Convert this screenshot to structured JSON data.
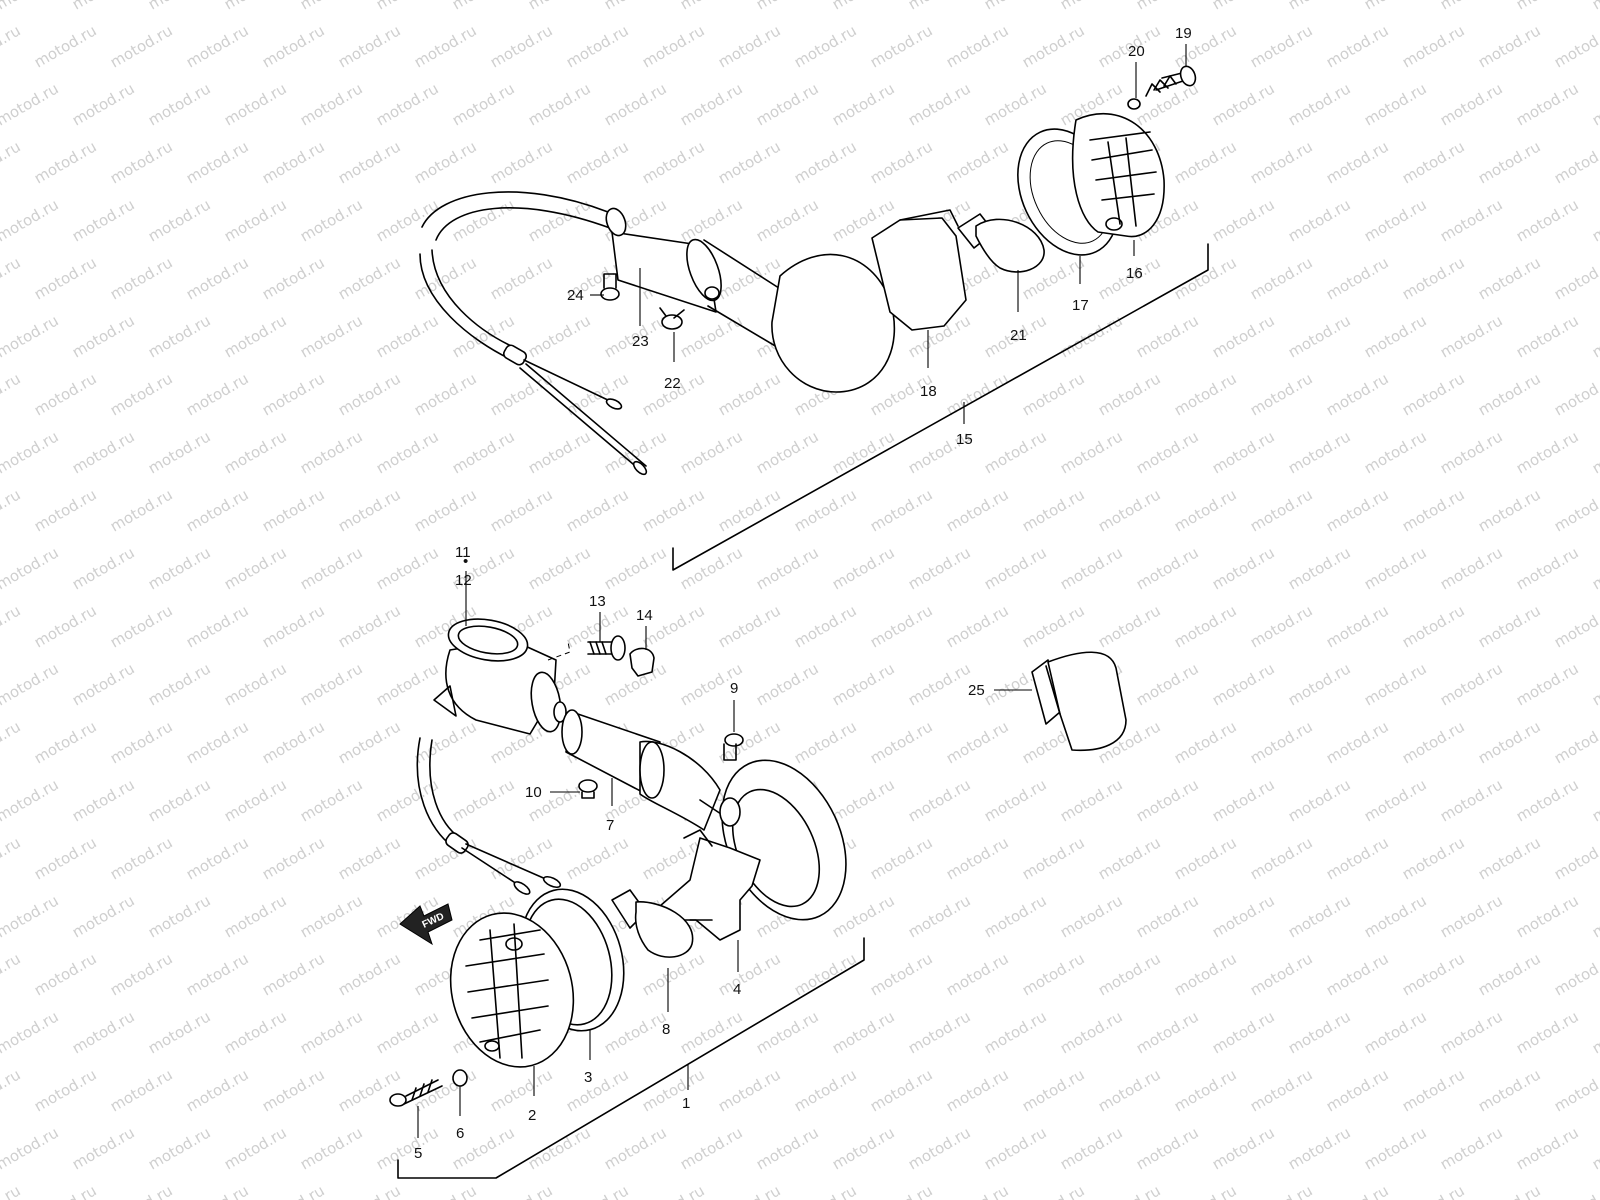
{
  "watermark": {
    "text": "motod.ru"
  },
  "badge": {
    "fwd": "FWD"
  },
  "callouts": {
    "c1": "1",
    "c2": "2",
    "c3": "3",
    "c4": "4",
    "c5": "5",
    "c6": "6",
    "c7": "7",
    "c8": "8",
    "c9": "9",
    "c10": "10",
    "c11": "11",
    "c12": "12",
    "c13": "13",
    "c14": "14",
    "c15": "15",
    "c16": "16",
    "c17": "17",
    "c18": "18",
    "c19": "19",
    "c20": "20",
    "c21": "21",
    "c22": "22",
    "c23": "23",
    "c24": "24",
    "c25": "25"
  }
}
